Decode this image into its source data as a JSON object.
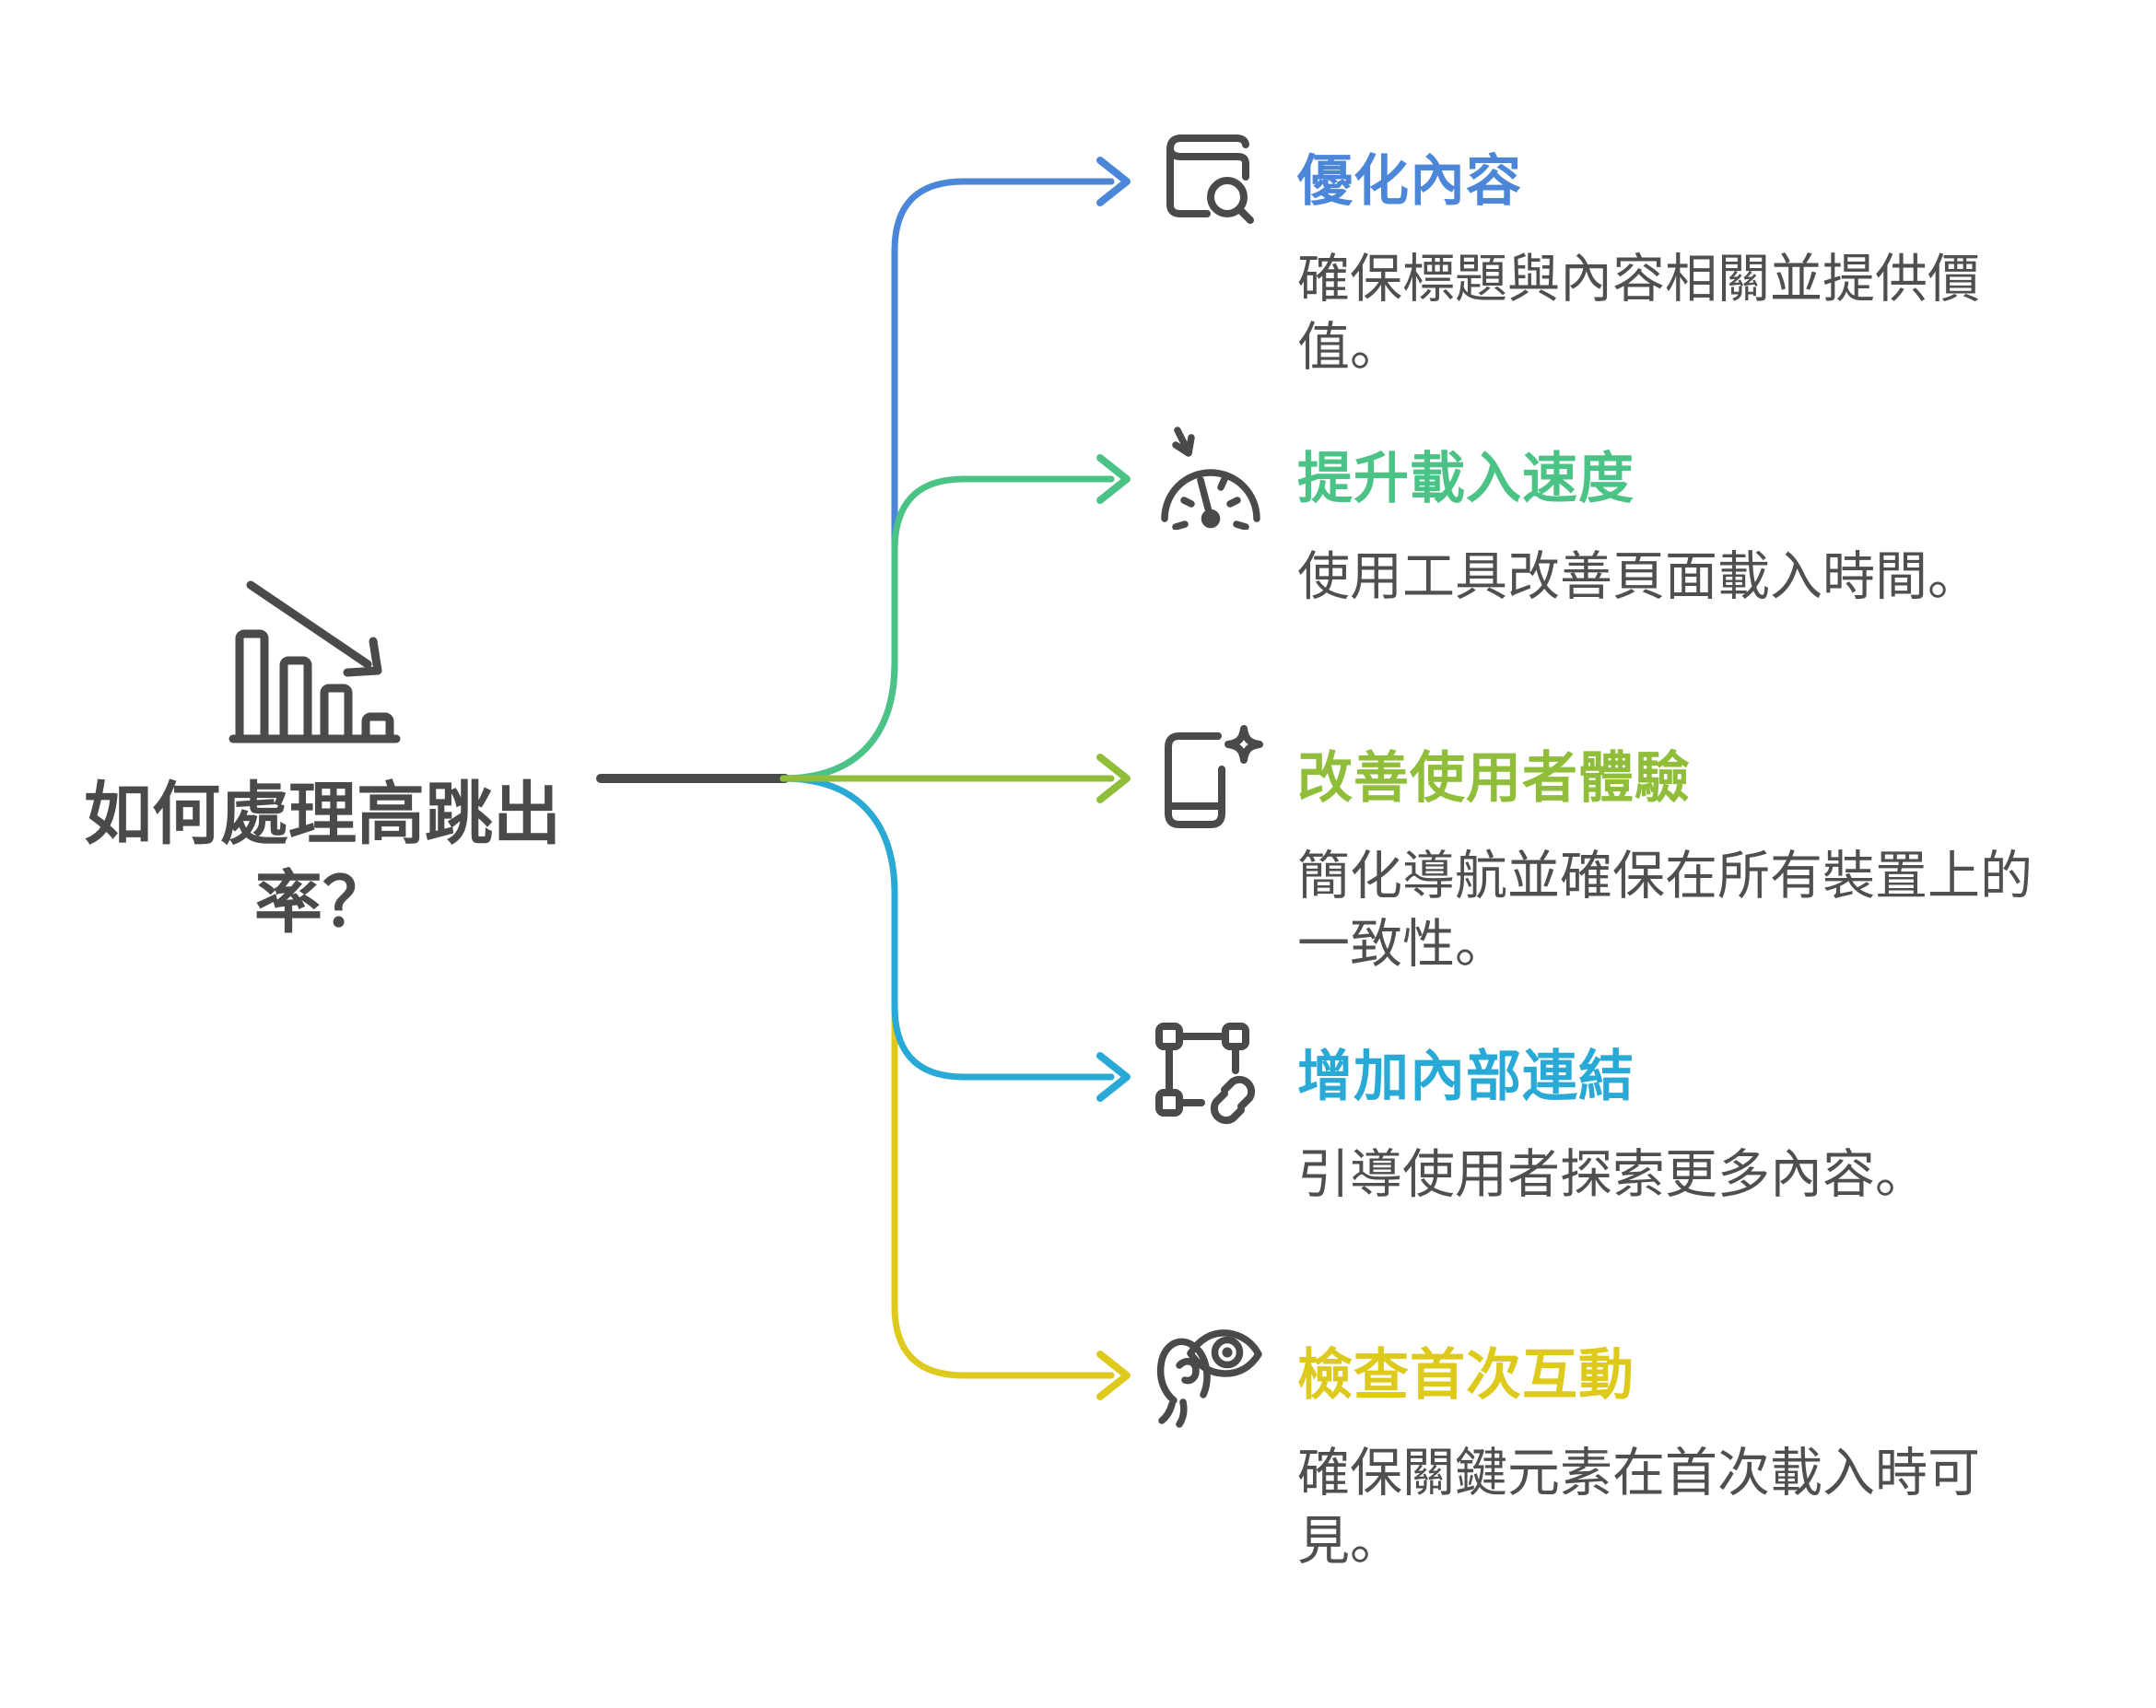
{
  "root": {
    "title": "如何處理高跳出率？",
    "icon": "declining-bar-chart"
  },
  "branches": [
    {
      "title": "優化內容",
      "description": "確保標題與內容相關並提供價值。",
      "color": "#4b86d8",
      "icon": "book-search"
    },
    {
      "title": "提升載入速度",
      "description": "使用工具改善頁面載入時間。",
      "color": "#4cc386",
      "icon": "speedometer-down"
    },
    {
      "title": "改善使用者體驗",
      "description": "簡化導航並確保在所有裝置上的一致性。",
      "color": "#90be3a",
      "icon": "phone-sparkle"
    },
    {
      "title": "增加內部連結",
      "description": "引導使用者探索更多內容。",
      "color": "#29a9d6",
      "icon": "selection-link"
    },
    {
      "title": "檢查首次互動",
      "description": "確保關鍵元素在首次載入時可見。",
      "color": "#ddca1d",
      "icon": "eye-tracking"
    }
  ],
  "colors": {
    "background": "#ffffff",
    "icon_ink": "#4a4a4a",
    "root_title": "#4a4a4a",
    "description_text": "#4f4f4f",
    "trunk_line": "#4a4a4a"
  }
}
